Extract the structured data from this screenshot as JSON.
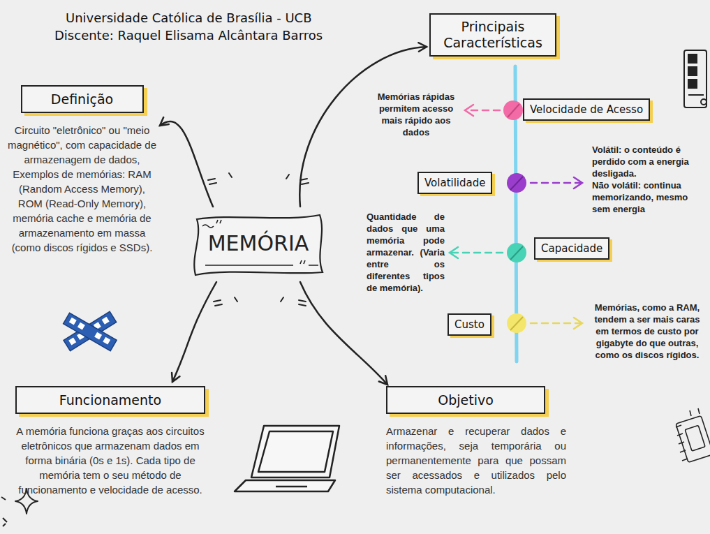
{
  "diagram": {
    "nodes": [
      {
        "text": [
          "MEMÓRIA"
        ]
      },
      {
        "text": [
          "Definição",
          "Circuito \"eletrônico\" ou \"meio magnético\", com capacidade de armazenagem de dados, Exemplos de memórias: RAM (Random Access Memory), ROM (Read-Only Memory), memória cache e memória de armazenamento em massa (como discos rígidos e SSDs)."
        ]
      },
      {
        "text": [
          "Principais Características"
        ]
      },
      {
        "text": [
          "Velocidade de Acesso"
        ]
      },
      {
        "text": [
          "Volatilidade"
        ]
      },
      {
        "text": [
          "Capacidade"
        ]
      },
      {
        "text": [
          "Custo"
        ]
      },
      {
        "text": [
          "Funcionamento",
          "A memória funciona graças aos circuitos eletrônicos que armazenam dados em forma binária (0s e 1s). Cada tipo de memória tem o seu método de funcionamento e velocidade de acesso."
        ]
      },
      {
        "text": [
          "Objetivo",
          "Armazenar e recuperar dados e informações, seja temporária ou permanentemente para que possam ser acessados e utilizados pelo sistema computacional."
        ]
      }
    ],
    "edges": [
      {
        "from": 0,
        "to": 1,
        "arrow": "to"
      },
      {
        "from": 0,
        "to": 2,
        "arrow": "to"
      },
      {
        "from": 0,
        "to": 7,
        "arrow": "to"
      },
      {
        "from": 0,
        "to": 8,
        "arrow": "to"
      }
    ],
    "labels": [
      "Universidade Católica de Brasília - UCB",
      "Discente: Raquel Elisama Alcântara Barros",
      "Memórias rápidas permitem acesso mais rápido aos dados",
      "Volátil: o conteúdo é perdido com a energia desligada.",
      "Não volátil: continua memorizando, mesmo sem energia",
      "Quantidade de dados que uma memória pode armazenar. (Varia entre os diferentes tipos de memória).",
      "Memórias, como a RAM, tendem a ser mais caras em termos de custo por gigabyte do que outras, como os discos rígidos."
    ]
  }
}
